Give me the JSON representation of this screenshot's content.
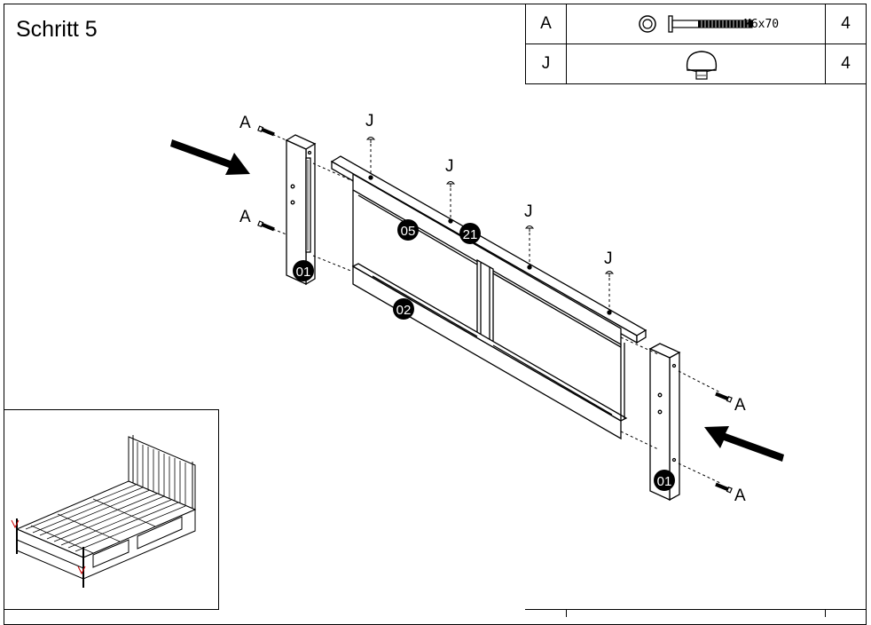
{
  "step": {
    "title": "Schritt 5"
  },
  "parts_table": [
    {
      "label": "A",
      "icon": "bolt-with-washer-icon",
      "spec": "M6x70",
      "qty": "4"
    },
    {
      "label": "J",
      "icon": "wooden-dowel-cap-icon",
      "spec": "",
      "qty": "4"
    }
  ],
  "diagram": {
    "callouts": {
      "post_left": "01",
      "post_right": "01",
      "top_rail_panel": "05",
      "top_cap": "21",
      "bottom_rail": "02"
    },
    "hardware_labels": {
      "bolt": "A",
      "dowel": "J"
    },
    "arrows": [
      "arrow-in-left-icon",
      "arrow-in-right-icon"
    ]
  },
  "thumbnail": {
    "icon": "assembled-bed-overview-icon"
  }
}
